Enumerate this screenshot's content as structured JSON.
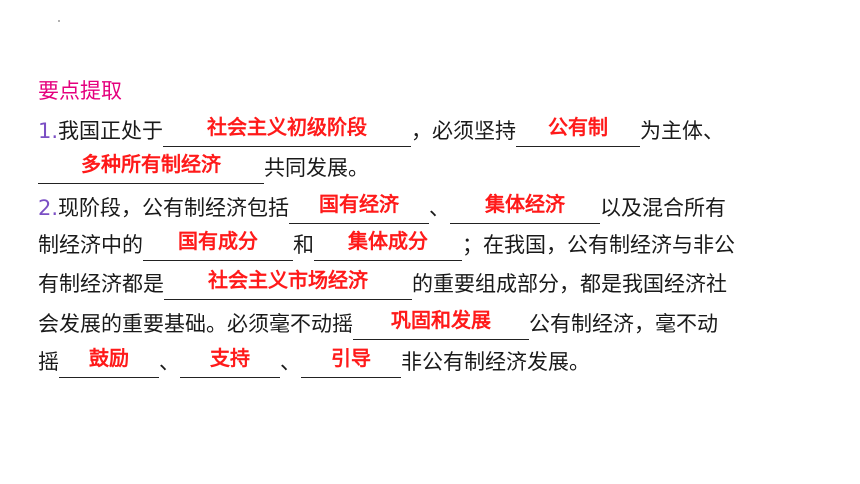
{
  "heading": "要点提取",
  "items": [
    {
      "num": "1.",
      "t1": "我国正处于",
      "a1": "社会主义初级阶段",
      "t2": "，必须坚持",
      "a2": "公有制",
      "t3": "为主体、",
      "a3": "多种所有制经济",
      "t4": "共同发展。"
    },
    {
      "num": "2.",
      "t1": "现阶段，公有制经济包括",
      "a1": "国有经济",
      "t2": "、",
      "a2": "集体经济",
      "t3": "以及混合所有",
      "t4": "制经济中的",
      "a3": "国有成分",
      "t5": "和",
      "a4": "集体成分",
      "t6": "；在我国，公有制经济与非公",
      "t7": "有制经济都是",
      "a5": "社会主义市场经济",
      "t8": "的重要组成部分，都是我国经济社",
      "t9": "会发展的重要基础。必须毫不动摇",
      "a6": "巩固和发展",
      "t10": "公有制经济，毫不动",
      "t11": "摇",
      "a7": "鼓励",
      "t12": "、",
      "a8": "支持",
      "t13": "、",
      "a9": "引导",
      "t14": "非公有制经济发展。"
    }
  ]
}
